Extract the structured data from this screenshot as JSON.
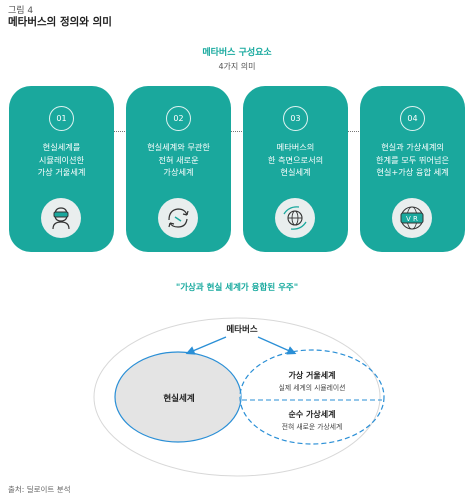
{
  "figure": {
    "label": "그림 4",
    "title": "메타버스의 정의와 의미"
  },
  "components": {
    "title": "메타버스 구성요소",
    "subtitle": "4가지 의미",
    "cards": [
      {
        "number": "01",
        "text": "현실세계를\n시뮬레이션한\n가상 거울세계",
        "icon": "vr-headset-person-icon"
      },
      {
        "number": "02",
        "text": "현실세계와 무관한\n전혀 새로운\n가상세계",
        "icon": "circular-arrows-icon"
      },
      {
        "number": "03",
        "text": "메타버스의\n한 측면으로서의\n현실세계",
        "icon": "globe-arrows-icon"
      },
      {
        "number": "04",
        "text": "현실과 가상세계의\n한계를 모두 뛰어넘은\n현실+가상 융합 세계",
        "icon": "vr-goggles-globe-icon"
      }
    ]
  },
  "venn": {
    "quote": "\"가상과 현실 세계가 융합된 우주\"",
    "outer_label": "메타버스",
    "real_world": "현실세계",
    "mirror_world_title": "가상 거울세계",
    "mirror_world_sub": "실제 세계의 시뮬레이션",
    "pure_virtual_title": "순수 가상세계",
    "pure_virtual_sub": "전혀 새로운 가상세계"
  },
  "source": "출처: 딜로이트 분석",
  "colors": {
    "accent": "#1aa89d",
    "icon_bg": "#e9eeee",
    "real_world_fill": "#e4e4e4",
    "arrow": "#2a8fd6"
  }
}
